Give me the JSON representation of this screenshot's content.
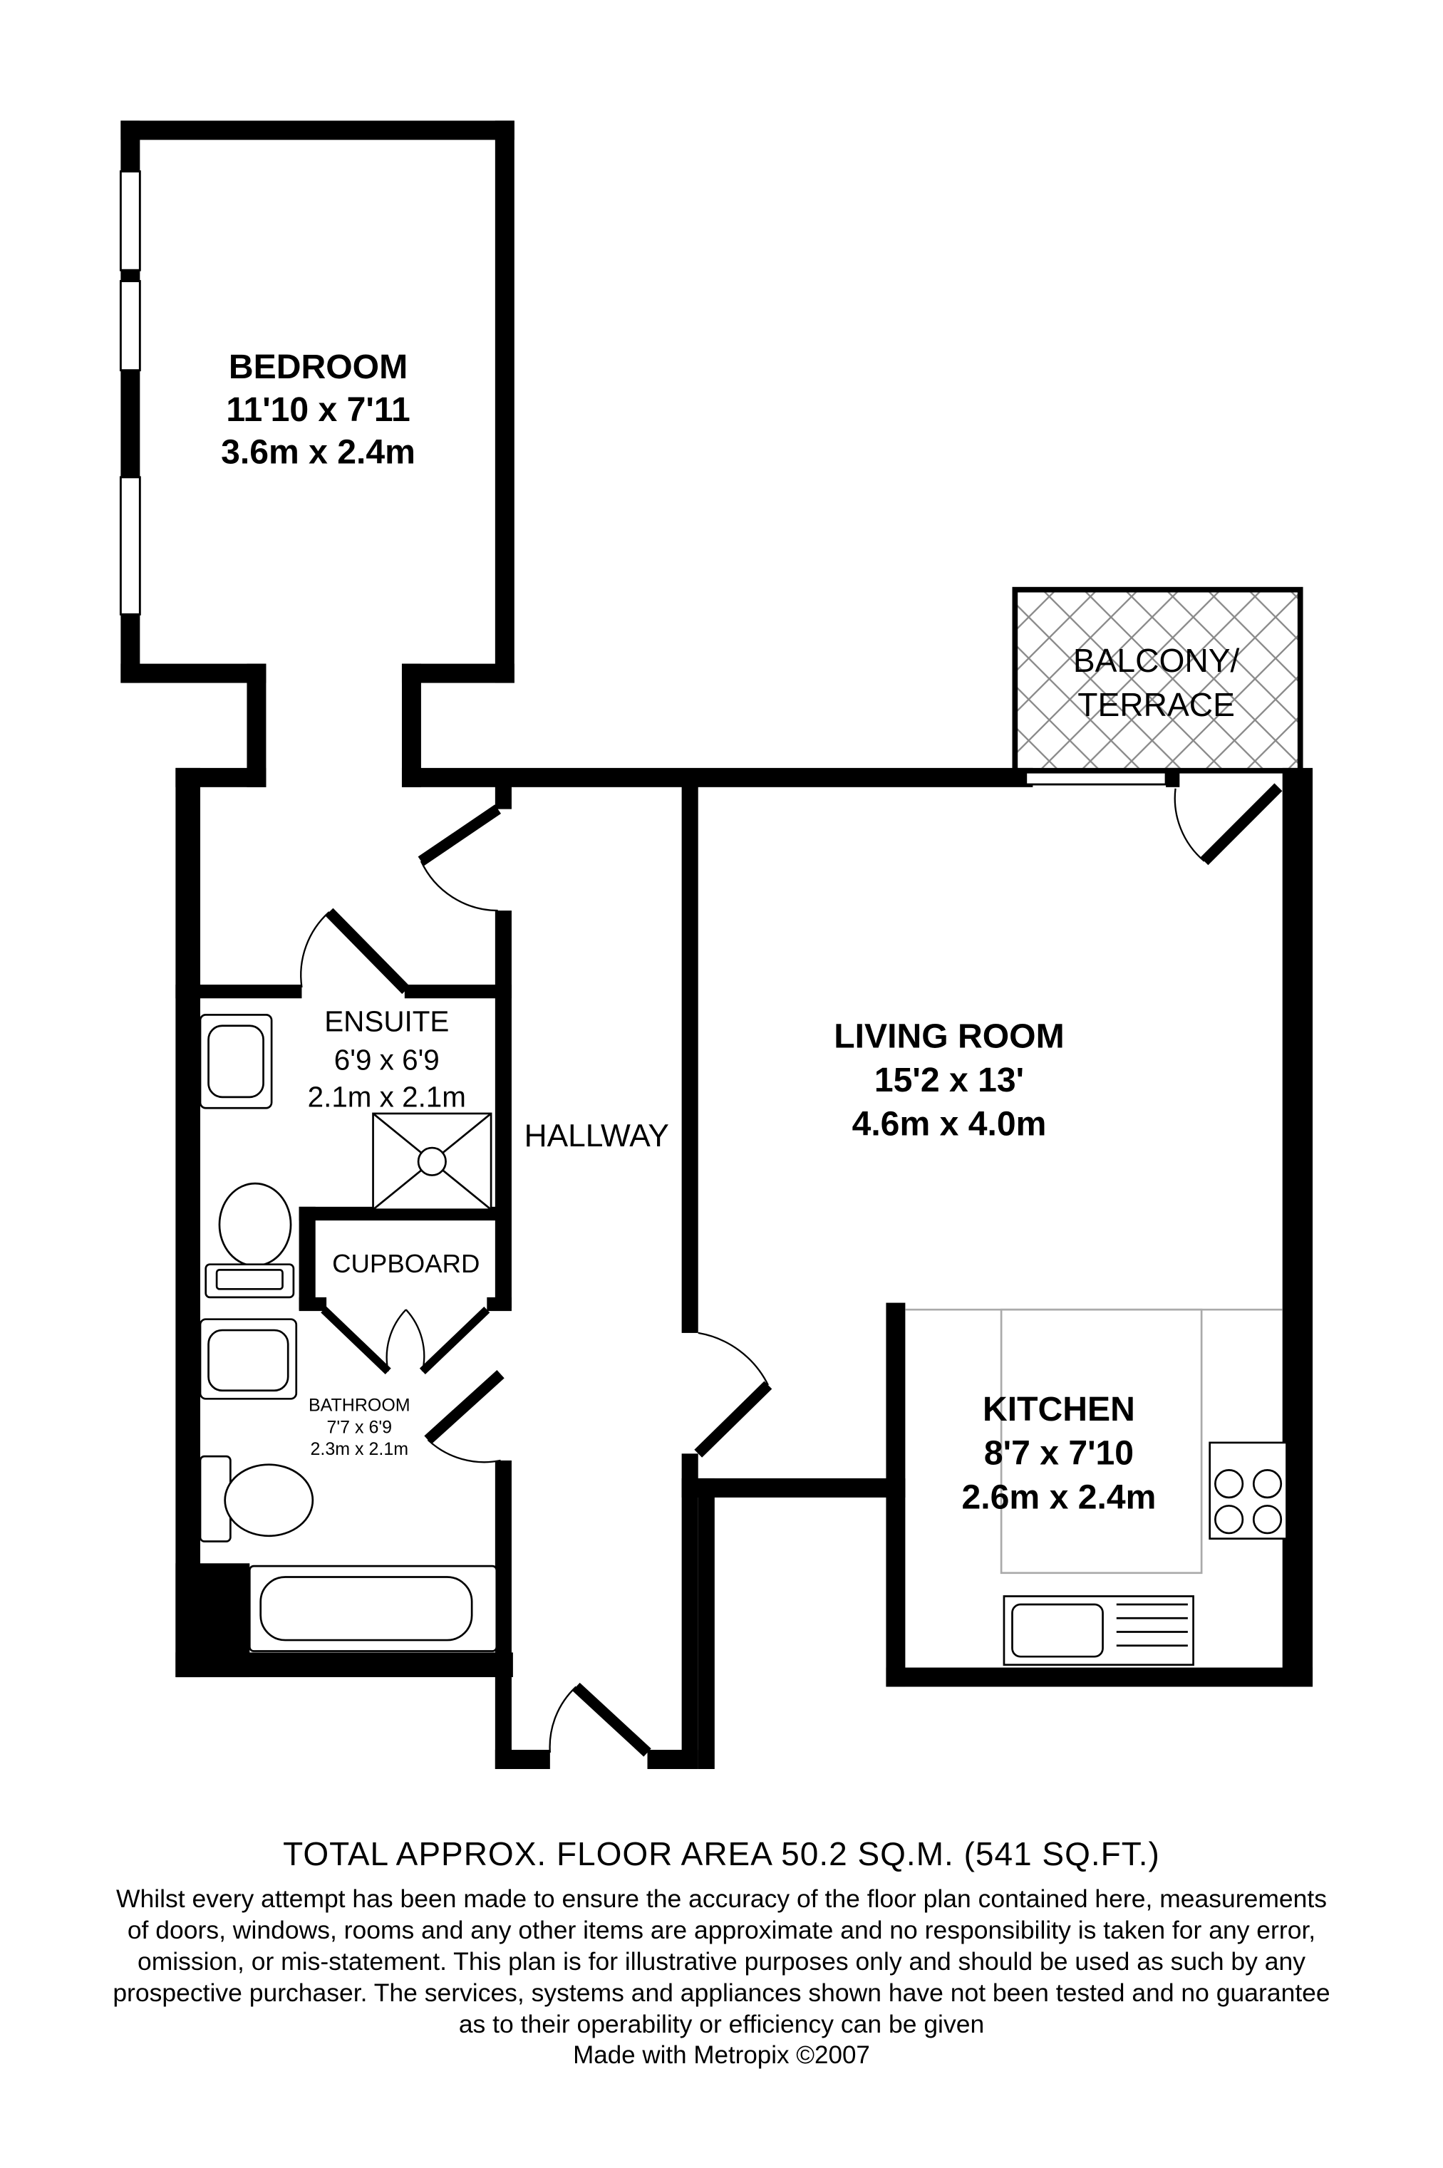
{
  "rooms": {
    "bedroom": {
      "name": "BEDROOM",
      "imperial": "11'10 x 7'11",
      "metric": "3.6m x 2.4m"
    },
    "balcony": {
      "line1": "BALCONY/",
      "line2": "TERRACE"
    },
    "ensuite": {
      "name": "ENSUITE",
      "imperial": "6'9 x 6'9",
      "metric": "2.1m x 2.1m"
    },
    "hallway": {
      "name": "HALLWAY"
    },
    "living": {
      "name": "LIVING ROOM",
      "imperial": "15'2 x 13'",
      "metric": "4.6m x 4.0m"
    },
    "cupboard": {
      "name": "CUPBOARD"
    },
    "bathroom": {
      "name": "BATHROOM",
      "imperial": "7'7 x 6'9",
      "metric": "2.3m x 2.1m"
    },
    "kitchen": {
      "name": "KITCHEN",
      "imperial": "8'7 x 7'10",
      "metric": "2.6m x 2.4m"
    }
  },
  "footer": {
    "total_area": "TOTAL APPROX. FLOOR AREA 50.2 SQ.M. (541 SQ.FT.)",
    "disclaimer_lines": [
      "Whilst every attempt has been made to ensure the accuracy of the floor plan contained here, measurements",
      "of doors, windows, rooms and any other items are approximate and no responsibility is taken for any error,",
      "omission, or mis-statement. This plan is for illustrative purposes only and should be used as such by any",
      "prospective purchaser. The services, systems and appliances shown have not been tested and no guarantee",
      "as to their operability or efficiency can be given"
    ],
    "credit": "Made with Metropix ©2007"
  }
}
